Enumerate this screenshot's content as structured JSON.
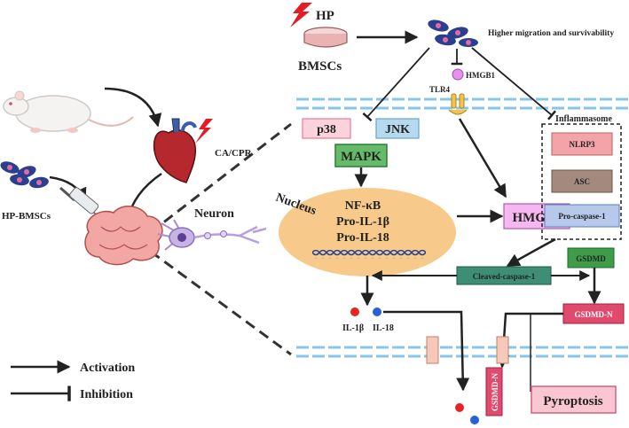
{
  "treatment": {
    "hp": "HP",
    "bmscs": "BMSCs",
    "migration": "Higher migration and survivability"
  },
  "receptors": {
    "hmgb1_small": "HMGB1",
    "tlr4": "TLR4"
  },
  "left": {
    "ca_cpr": "CA/CPR",
    "hp_bmscs": "HP-BMSCs",
    "neuron": "Neuron"
  },
  "pathway": {
    "p38": "p38",
    "jnk": "JNK",
    "mapk": "MAPK",
    "nucleus": "Nucleus"
  },
  "nucleus_contents": {
    "nfkb": "NF-κB",
    "pro_il1b": "Pro-IL-1β",
    "pro_il18": "Pro-IL-18"
  },
  "hmgb1_box": "HMGB1",
  "inflammasome": {
    "title": "Inflammasome",
    "nlrp3": "NLRP3",
    "asc": "ASC",
    "procasp": "Pro-caspase-1"
  },
  "cleavage": {
    "cleaved": "Cleaved-caspase-1",
    "gsdmd": "GSDMD",
    "gsdmd_n": "GSDMD-N",
    "pore": "GSDMD-N"
  },
  "cytokines": {
    "il1b": "IL-1β",
    "il18": "IL-18"
  },
  "outcome": "Pyroptosis",
  "legend": {
    "activation": "Activation",
    "inhibition": "Inhibition"
  },
  "colors": {
    "membrane": "#87c6e8",
    "pink_box": "#fbd3dc",
    "jnk": "#b7d9ee",
    "mapk": "#66bb6a",
    "nucleus": "#f7c98a",
    "hmgb1": "#f5b7f0",
    "nlrp3": "#f2a4a8",
    "asc": "#a48a7e",
    "procasp": "#b6c9ea",
    "cleaved": "#3e8e75",
    "gsdmd": "#3f9c49",
    "gsdmd_n": "#e04a6c",
    "il1b": "#e82322",
    "il18": "#2563d6",
    "pore": "#f6c8b9",
    "pyroptosis": "#f9c6d2"
  }
}
